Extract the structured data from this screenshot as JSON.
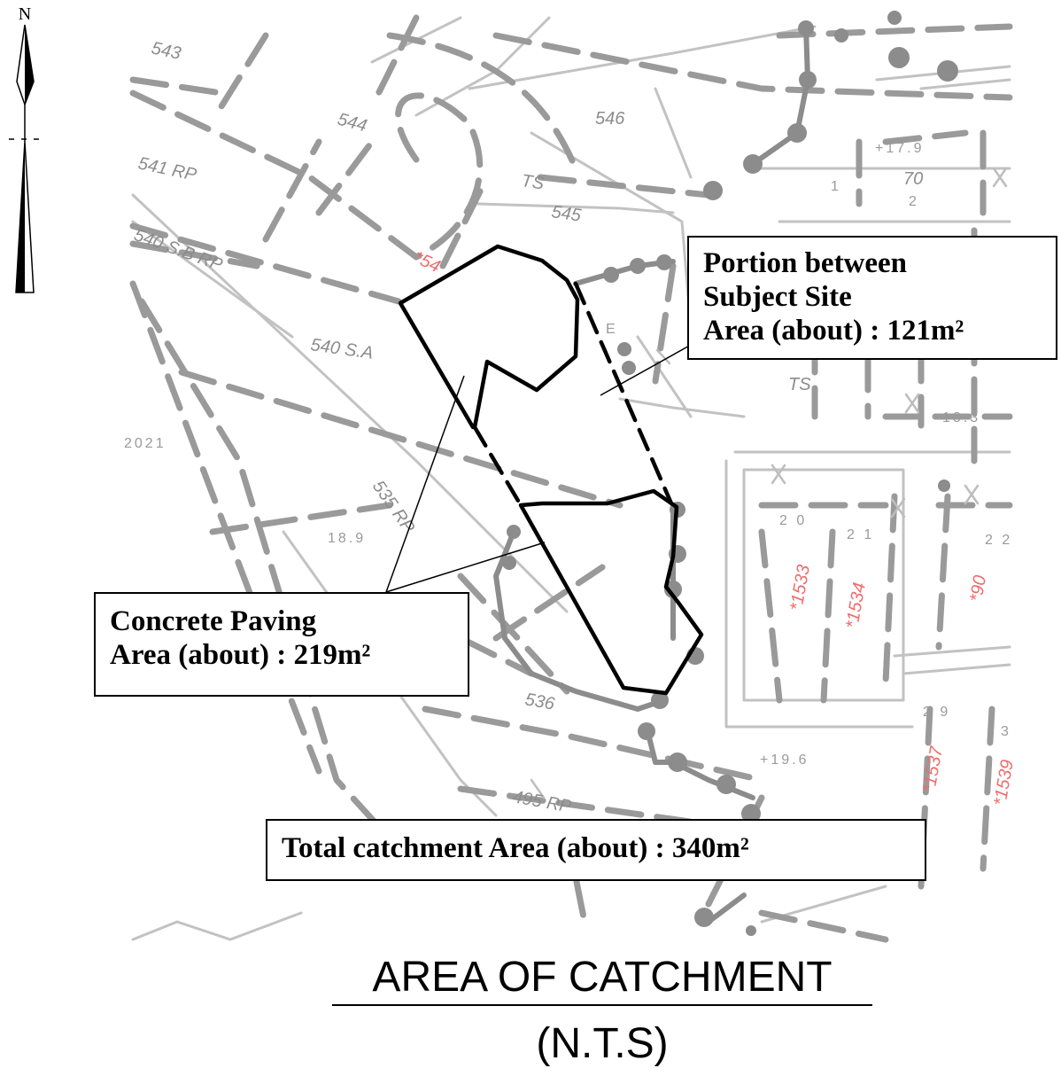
{
  "north_arrow": {
    "letter": "N"
  },
  "lots": {
    "l543": "543",
    "l544": "544",
    "l546": "546",
    "l541": "541 RP",
    "l545": "545",
    "l540sb": "540 S.B RP",
    "l540sa": "540 S.A",
    "l535": "535 RP",
    "l536": "536",
    "l495": "495 RP",
    "l2021": "2021",
    "ts1": "TS",
    "ts2": "TS"
  },
  "levels": {
    "a": "+17.9",
    "b": "18.3",
    "c": "18.9",
    "d": "+19.6"
  },
  "units": {
    "u70": "70",
    "u1": "1",
    "u2": "2",
    "u20": "2 0",
    "u21": "2 1",
    "u22": "2 2",
    "u29": "2 9",
    "u3": "3",
    "uE": "E"
  },
  "red_labels": {
    "r1533": "*1533",
    "r1534": "*1534",
    "r90": "*90",
    "r1537": "*1537",
    "r1539": "*1539",
    "r54": "*54"
  },
  "callouts": {
    "portion": {
      "line1": "Portion between",
      "line2": "Subject Site",
      "line3": "Area (about) : 121m²"
    },
    "concrete": {
      "line1": "Concrete Paving",
      "line2": "Area (about) : 219m²"
    },
    "total": {
      "line1": "Total catchment Area (about) : 340m²"
    }
  },
  "title": {
    "main": "AREA OF CATCHMENT",
    "sub": "(N.T.S)"
  }
}
